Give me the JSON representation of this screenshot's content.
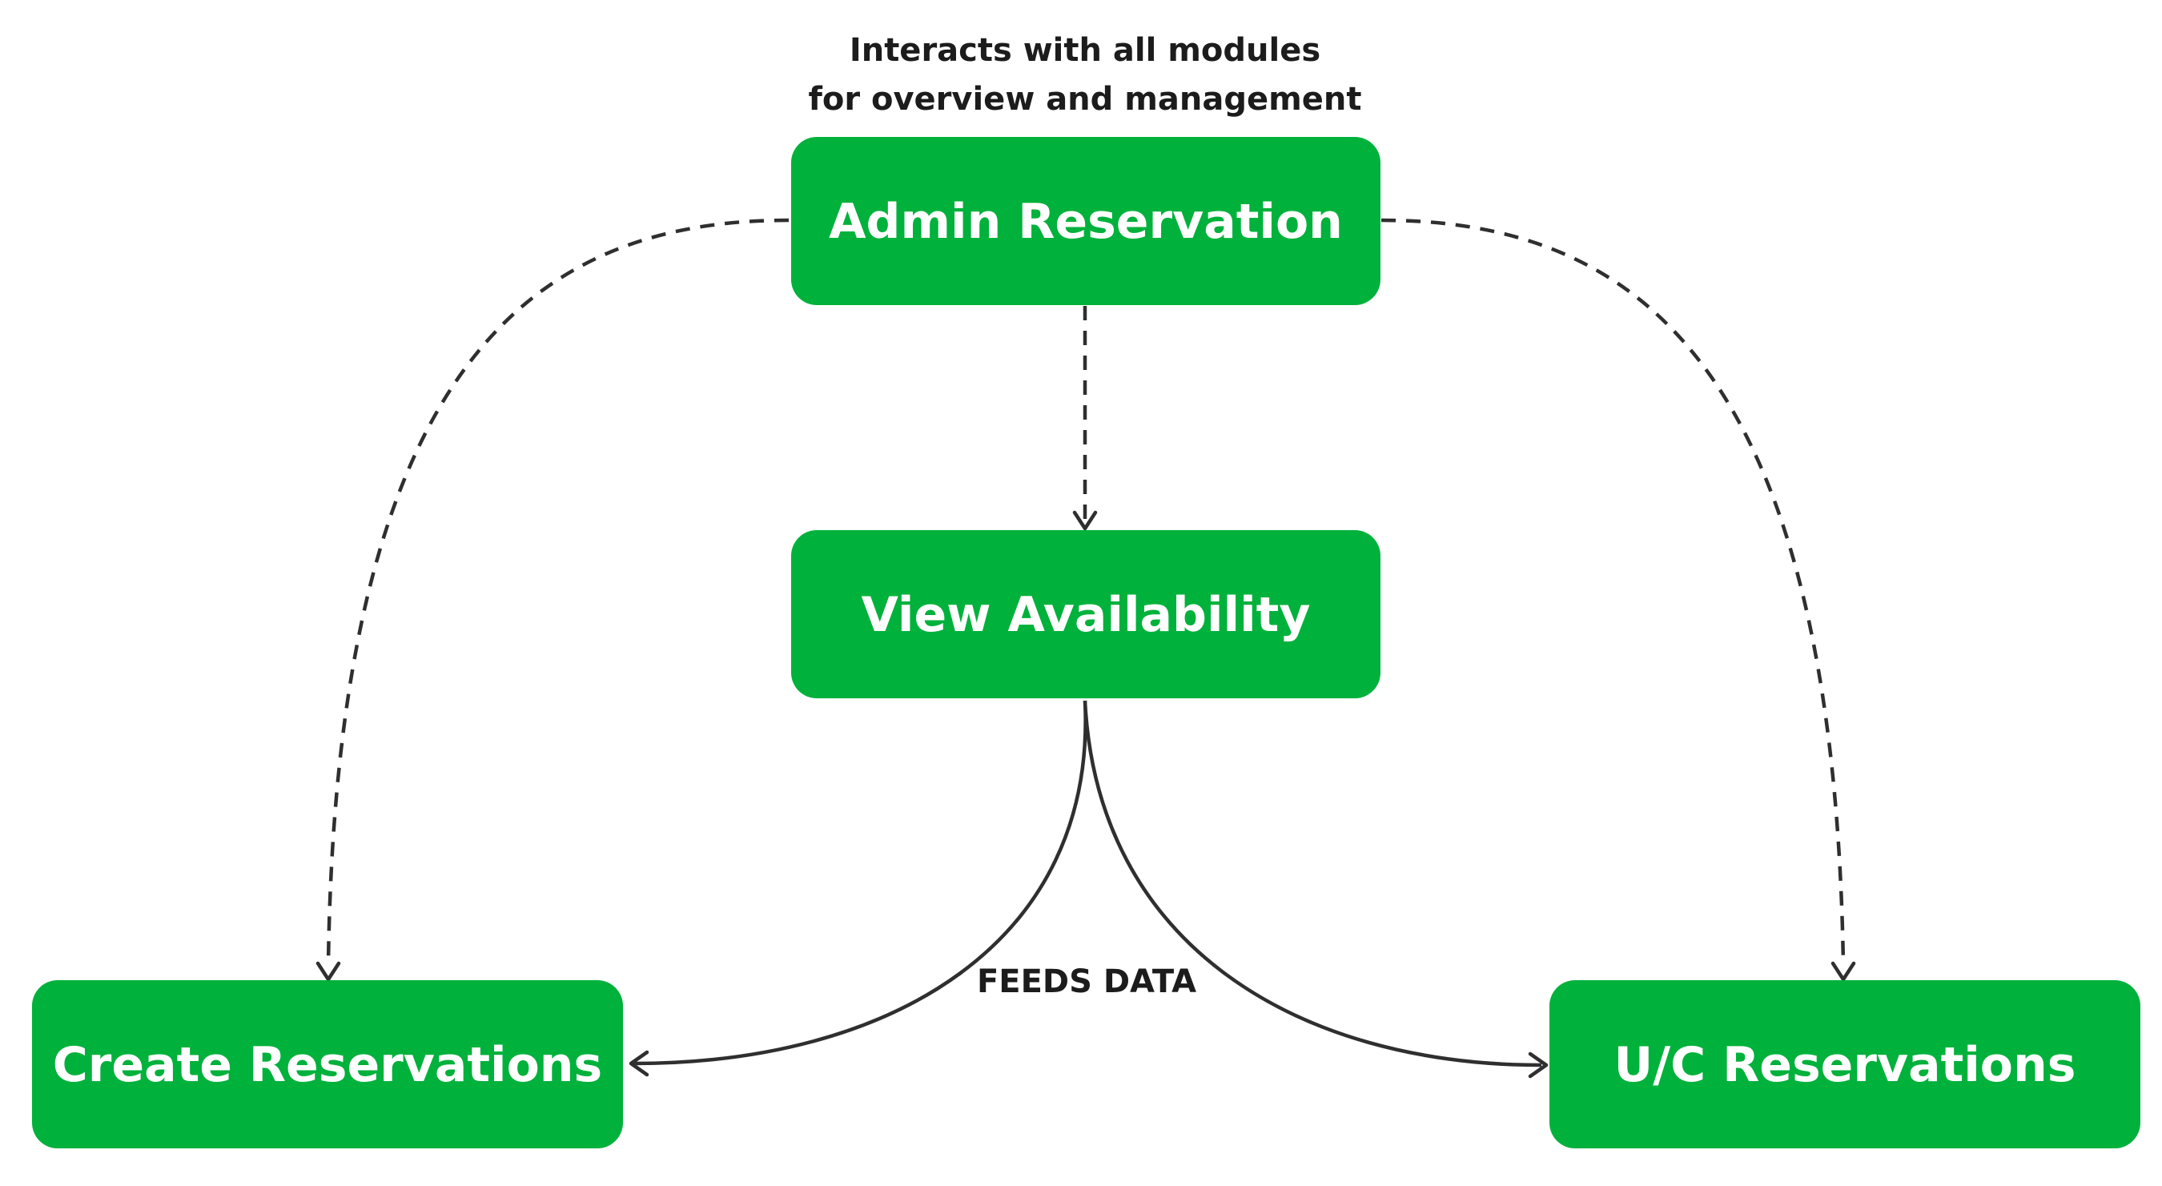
{
  "annotations": {
    "top_line1": "Interacts with all modules",
    "top_line2": "for overview and management",
    "edge_label": "FEEDS DATA"
  },
  "nodes": {
    "admin": "Admin Reservation",
    "view": "View Availability",
    "create": "Create Reservations",
    "uc": "U/C Reservations"
  },
  "colors": {
    "node_fill": "#00b13b",
    "node_text": "#ffffff",
    "edge": "#2f2f2f",
    "annotation_text": "#1c1c1c"
  }
}
